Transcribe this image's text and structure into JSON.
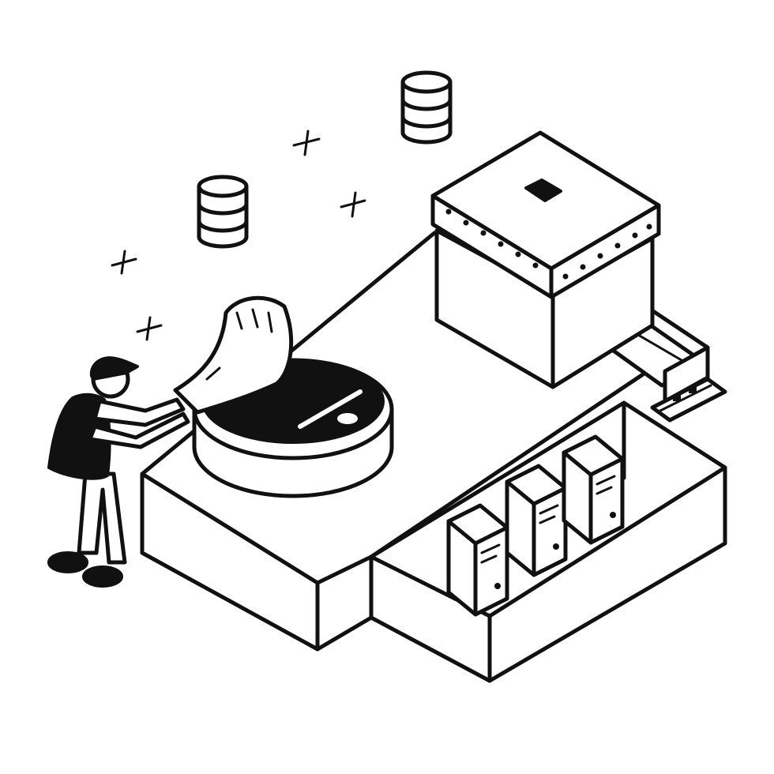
{
  "illustration": {
    "style": "black line art, isometric",
    "colors": {
      "line": "#111111",
      "background": "#ffffff"
    },
    "icons": [
      "database-icon",
      "database-icon",
      "sparkle-icon",
      "sparkle-icon",
      "sparkle-icon",
      "sparkle-icon"
    ],
    "elements": [
      "person",
      "circular-vat",
      "paper-sheet",
      "stirring-paddle",
      "press-box",
      "output-rollers",
      "binder",
      "binder",
      "binder"
    ]
  }
}
